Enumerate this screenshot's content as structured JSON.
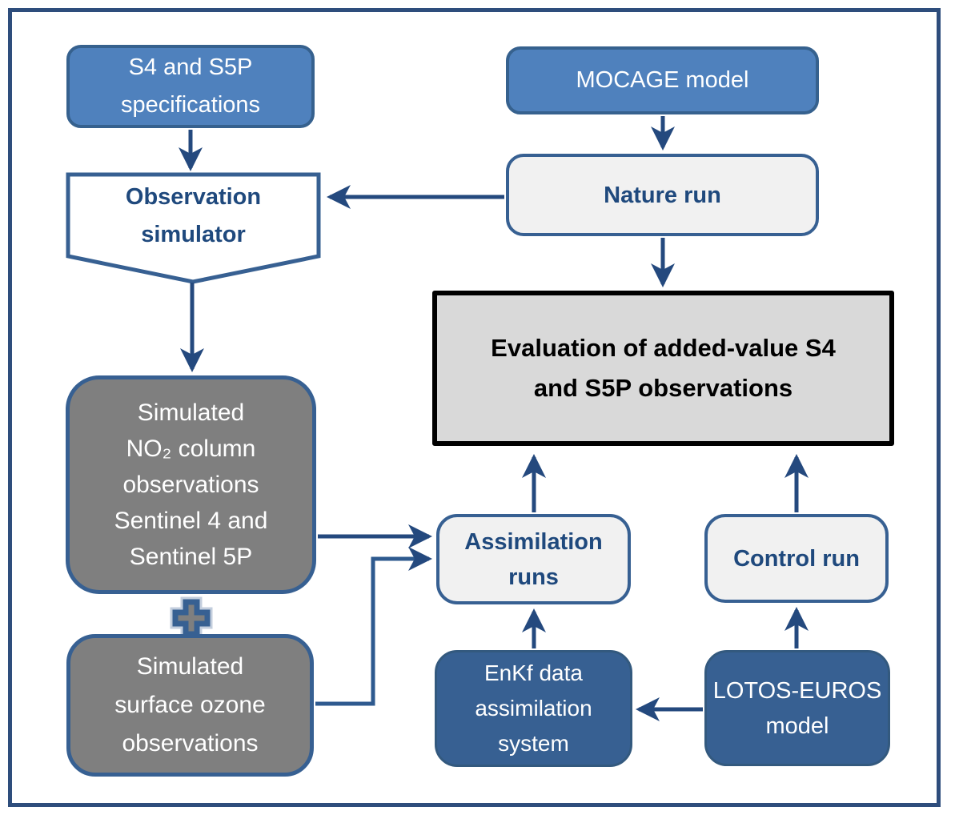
{
  "nodes": {
    "s4_specs": {
      "label": [
        "S4 and S5P",
        "specifications"
      ]
    },
    "mocage": {
      "label": "MOCAGE model"
    },
    "obs_simulator": {
      "label": [
        "Observation",
        "simulator"
      ]
    },
    "nature_run": {
      "label": "Nature run"
    },
    "evaluation": {
      "label": [
        "Evaluation of added-value S4",
        "and S5P observations"
      ]
    },
    "simulated_no2": {
      "label": [
        "Simulated",
        "NO₂ column",
        "observations",
        "Sentinel 4 and",
        "Sentinel 5P"
      ]
    },
    "simulated_ozone": {
      "label": [
        "Simulated",
        "surface ozone",
        "observations"
      ]
    },
    "assimilation_runs": {
      "label": [
        "Assimilation",
        "runs"
      ]
    },
    "control_run": {
      "label": "Control run"
    },
    "enkf_system": {
      "label": [
        "EnKf data",
        "assimilation",
        "system"
      ]
    },
    "lotos_euros": {
      "label": [
        "LOTOS-EUROS",
        "model"
      ]
    }
  },
  "icons": {
    "plus": "✚"
  },
  "colors": {
    "blue_fill": "#4f81bd",
    "blue_border": "#36618e",
    "dark_blue_fill": "#376092",
    "gray_fill": "#7f7f7f",
    "light_fill": "#f1f1f1",
    "light_border": "#376092",
    "eval_fill": "#d9d9d9",
    "eval_border": "#000000",
    "arrow": "#24497e",
    "dark_text": "#1f497d",
    "page_border": "#2e4d7c"
  }
}
